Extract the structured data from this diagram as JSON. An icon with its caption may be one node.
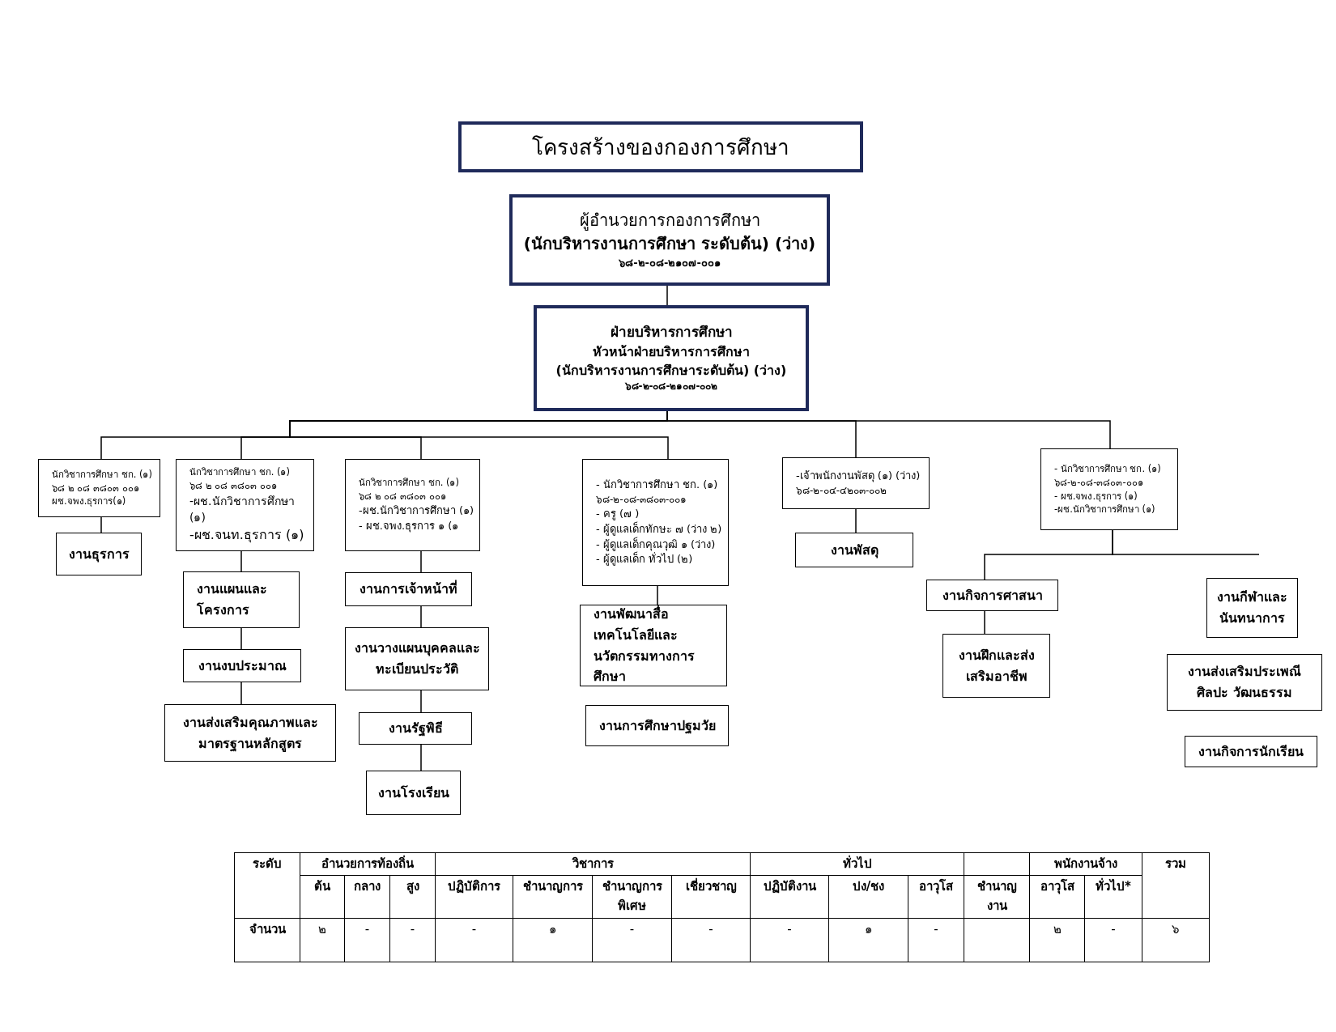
{
  "diagram": {
    "title": "โครงสร้างของกองการศึกษา",
    "nodes": [
      {
        "text": [
          "ผู้อำนวยการกองการศึกษา",
          "(นักบริหารงานการศึกษา ระดับต้น) (ว่าง)",
          "๖๘-๒-๐๘-๒๑๐๗-๐๐๑"
        ]
      },
      {
        "text": [
          "ฝ่ายบริหารการศึกษา",
          "หัวหน้าฝ่ายบริหารการศึกษา",
          "(นักบริหารงานการศึกษาระดับต้น) (ว่าง)",
          "๖๘-๒-๐๘-๒๑๐๗-๐๐๒"
        ]
      },
      {
        "text": [
          "นักวิชาการศึกษา ชก. (๑)",
          "๖๘ ๒ ๐๘ ๓๘๐๓ ๐๐๑",
          "ผช.จพง.ธุรการ(๑)"
        ]
      },
      {
        "text": [
          "งานธุรการ"
        ]
      },
      {
        "text": [
          "นักวิชาการศึกษา ชก. (๑)",
          "๖๘ ๒ ๐๘ ๓๘๐๓ ๐๐๑",
          "-ผช.นักวิชาการศึกษา (๑)",
          "-ผช.จนท.ธุรการ (๑)"
        ]
      },
      {
        "text": [
          "งานแผนและโครงการ"
        ]
      },
      {
        "text": [
          "งานงบประมาณ"
        ]
      },
      {
        "text": [
          "งานส่งเสริมคุณภาพและมาตรฐานหลักสูตร"
        ]
      },
      {
        "text": [
          "นักวิชาการศึกษา ชก. (๑)",
          "๖๘ ๒ ๐๘ ๓๘๐๓ ๐๐๑",
          "-ผช.นักวิชาการศึกษา (๑)",
          "- ผช.จพง.ธุรการ ๑ (๑"
        ]
      },
      {
        "text": [
          "งานการเจ้าหน้าที่"
        ]
      },
      {
        "text": [
          "งานวางแผนบุคคลและทะเบียนประวัติ"
        ]
      },
      {
        "text": [
          "งานรัฐพิธี"
        ]
      },
      {
        "text": [
          "งานโรงเรียน"
        ]
      },
      {
        "text": [
          "- นักวิชาการศึกษา ชก. (๑)",
          "๖๘-๒-๐๘-๓๘๐๓-๐๐๑",
          "- ครู (๗ )",
          "- ผู้ดูแลเด็กทักษะ ๗ (ว่าง ๒)",
          "- ผู้ดูแลเด็กคุณวุฒิ ๑ (ว่าง)",
          "- ผู้ดูแลเด็ก ทั่วไป (๒)"
        ]
      },
      {
        "text": [
          "งานพัฒนาสื่อเทคโนโลยีและนวัตกรรมทางการศึกษา"
        ]
      },
      {
        "text": [
          "งานการศึกษาปฐมวัย"
        ]
      },
      {
        "text": [
          "-เจ้าพนักงานพัสดุ (๑) (ว่าง)",
          "๖๘-๒-๐๔-๔๒๐๓-๐๐๒"
        ]
      },
      {
        "text": [
          "งานพัสดุ"
        ]
      },
      {
        "text": [
          "- นักวิชาการศึกษา ชก. (๑)",
          "๖๘-๒-๐๘-๓๘๐๓-๐๐๑",
          "- ผช.จพง.ธุรการ (๑)",
          "-ผช.นักวิชาการศึกษา (๑)"
        ]
      },
      {
        "text": [
          "งานกิจการศาสนา"
        ]
      },
      {
        "text": [
          "งานฝึกและส่งเสริมอาชีพ"
        ]
      },
      {
        "text": [
          "งานกีฬาและนันทนาการ"
        ]
      },
      {
        "text": [
          "งานส่งเสริมประเพณีศิลปะ วัฒนธรรม"
        ]
      },
      {
        "text": [
          "งานกิจการนักเรียน"
        ]
      }
    ],
    "edges": [
      {
        "from": 0,
        "to": 1,
        "arrow": "none"
      },
      {
        "from": 1,
        "to": 2,
        "arrow": "none"
      },
      {
        "from": 1,
        "to": 4,
        "arrow": "none"
      },
      {
        "from": 1,
        "to": 8,
        "arrow": "none"
      },
      {
        "from": 1,
        "to": 13,
        "arrow": "none"
      },
      {
        "from": 1,
        "to": 16,
        "arrow": "none"
      },
      {
        "from": 1,
        "to": 18,
        "arrow": "none"
      },
      {
        "from": 2,
        "to": 3,
        "arrow": "none"
      },
      {
        "from": 4,
        "to": 5,
        "arrow": "none"
      },
      {
        "from": 5,
        "to": 6,
        "arrow": "none"
      },
      {
        "from": 6,
        "to": 7,
        "arrow": "none"
      },
      {
        "from": 8,
        "to": 9,
        "arrow": "none"
      },
      {
        "from": 9,
        "to": 10,
        "arrow": "none"
      },
      {
        "from": 10,
        "to": 11,
        "arrow": "none"
      },
      {
        "from": 11,
        "to": 12,
        "arrow": "none"
      },
      {
        "from": 13,
        "to": 14,
        "arrow": "none"
      },
      {
        "from": 16,
        "to": 17,
        "arrow": "none"
      },
      {
        "from": 18,
        "to": 19,
        "arrow": "none"
      },
      {
        "from": 19,
        "to": 20,
        "arrow": "none"
      },
      {
        "from": 18,
        "to": null,
        "arrow": "none"
      }
    ],
    "labels": [
      "ระดับ",
      "อำนวยการท้องถิ่น",
      "วิชาการ",
      "ทั่วไป",
      "พนักงานจ้าง",
      "รวม",
      "ต้น",
      "กลาง",
      "สูง",
      "ปฏิบัติการ",
      "ชำนาญการ",
      "ชำนาญการ พิเศษ",
      "เชี่ยวชาญ",
      "ปฏิบัติงาน",
      "ปง/ชง",
      "อาวุโส",
      "ชำนาญ งาน",
      "อาวุโส",
      "ทั่วไป*",
      "จำนวน",
      "๒",
      "-",
      "-",
      "-",
      "๑",
      "-",
      "-",
      "-",
      "๑",
      "-",
      "๒",
      "-",
      "๖"
    ]
  }
}
